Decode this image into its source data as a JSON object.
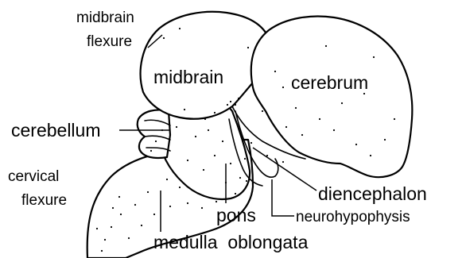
{
  "labels": {
    "midbrain_flexure_line1": "midbrain",
    "midbrain_flexure_line2": "flexure",
    "midbrain": "midbrain",
    "cerebrum": "cerebrum",
    "cerebellum": "cerebellum",
    "cervical_flexure_line1": "cervical",
    "cervical_flexure_line2": "flexure",
    "diencephalon": "diencephalon",
    "pons": "pons",
    "neurohypophysis": "neurohypophysis",
    "medulla_oblongata": "medulla  oblongata"
  },
  "colors": {
    "ink": "#000000",
    "background": "#ffffff"
  }
}
